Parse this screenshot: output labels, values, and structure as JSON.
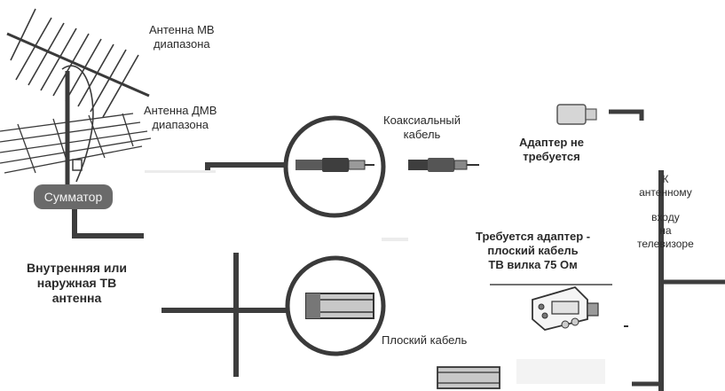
{
  "labels": {
    "vhf_antenna": [
      "Антенна МВ",
      "диапазона"
    ],
    "uhf_antenna": [
      "Антенна ДМВ",
      "диапазона"
    ],
    "combiner": "Сумматор",
    "antenna_type": [
      "Внутренняя или",
      "наружная ТВ",
      "антенна"
    ],
    "coax_cable": [
      "Коаксиальный",
      "кабель"
    ],
    "no_adapter": [
      "Адаптер не",
      "требуется"
    ],
    "tv_input": [
      "К",
      "антенному",
      "входу",
      "на",
      "телевизоре"
    ],
    "adapter_required": [
      "Требуется адаптер -",
      "плоский кабель",
      "ТВ вилка 75 Ом"
    ],
    "flat_cable": "Плоский кабель"
  },
  "colors": {
    "line": "#3d3d3d",
    "combiner_bg": "#6a6a6a",
    "text": "#2a2a2a"
  }
}
